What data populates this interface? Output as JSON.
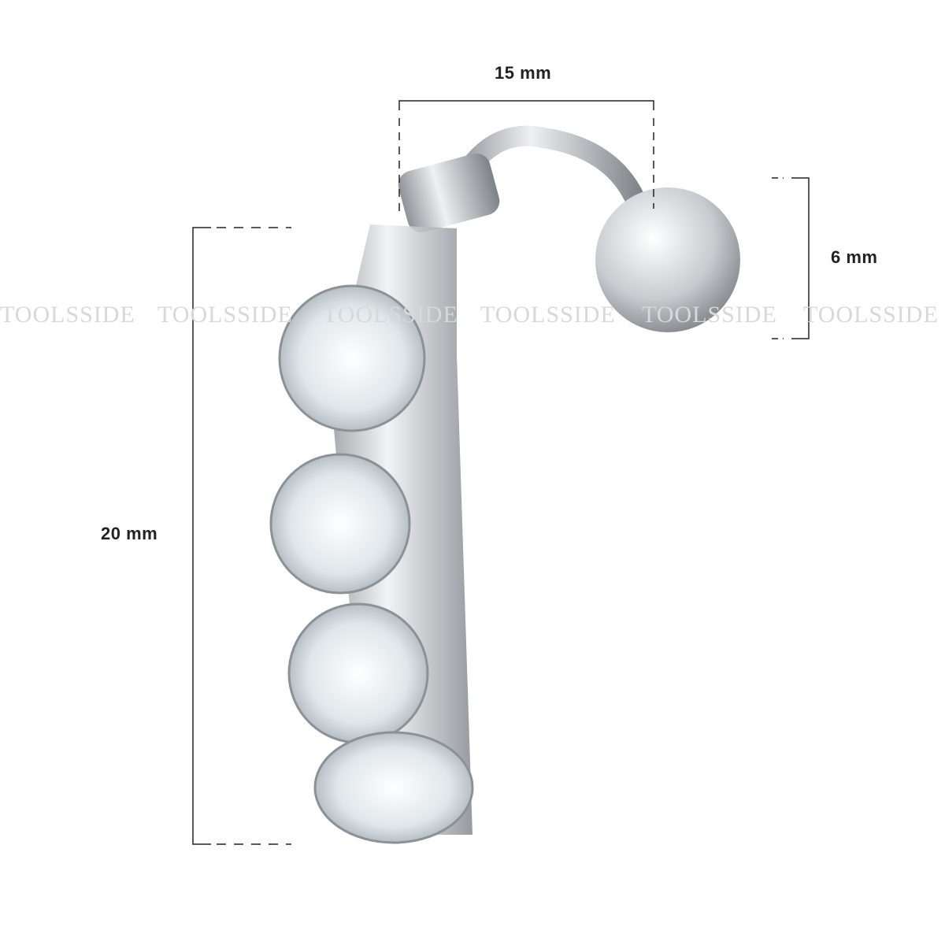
{
  "dimensions": {
    "width_label": "15 mm",
    "ball_label": "6 mm",
    "length_label": "20 mm"
  },
  "watermark": "TOOLSSIDE",
  "colors": {
    "metal": "#c9ccd0",
    "stone": "#eef3f6",
    "line": "#222222"
  }
}
